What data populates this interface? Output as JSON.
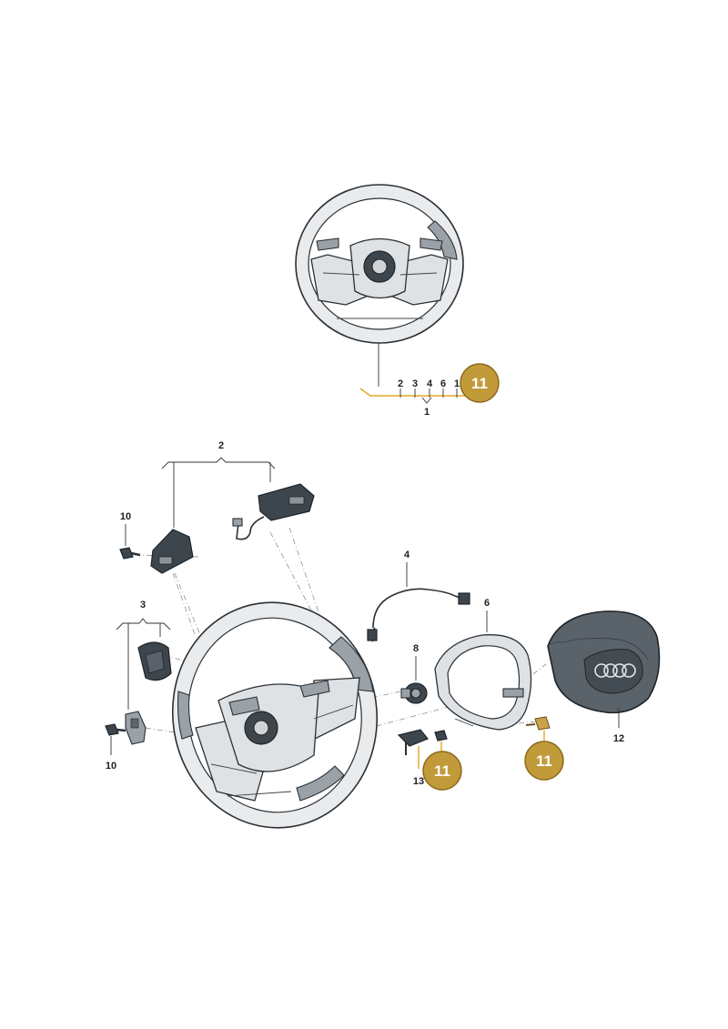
{
  "callouts": {
    "top_numbers": [
      "2",
      "3",
      "4",
      "6",
      "1"
    ],
    "top_group": "1",
    "group_2": "2",
    "part_10_upper": "10",
    "part_3": "3",
    "part_10_lower": "10",
    "part_4": "4",
    "part_6": "6",
    "part_8": "8",
    "part_12": "12",
    "part_13": "13"
  },
  "badges": {
    "top": "11",
    "middle": "11",
    "right": "11"
  },
  "colors": {
    "badge_fill": "#c19a3a",
    "badge_stroke": "#8c6a1c",
    "highlight_line": "#e6a526",
    "line_art": "#2a3036"
  }
}
